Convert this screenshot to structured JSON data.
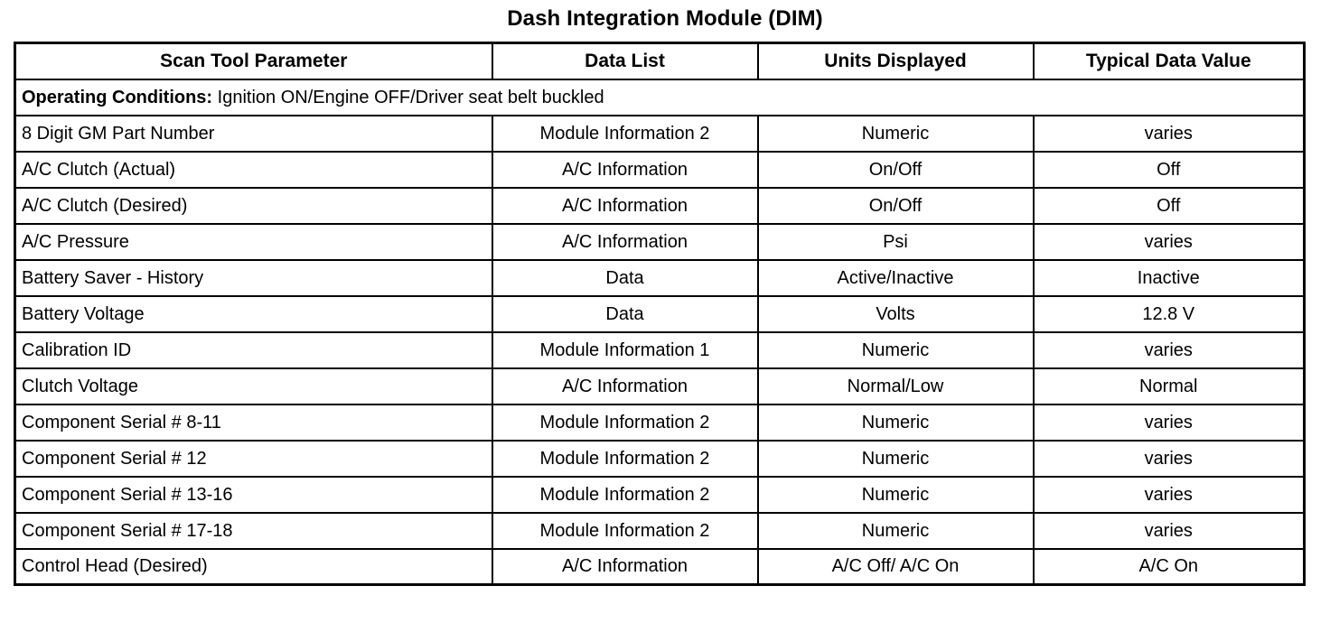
{
  "document": {
    "title": "Dash Integration Module (DIM)"
  },
  "table": {
    "columns": [
      "Scan Tool Parameter",
      "Data List",
      "Units Displayed",
      "Typical Data Value"
    ],
    "operating_conditions": {
      "label": "Operating Conditions:",
      "text": " Ignition ON/Engine OFF/Driver seat belt buckled"
    },
    "rows": [
      {
        "parameter": "8 Digit GM Part Number",
        "data_list": "Module Information 2",
        "units": "Numeric",
        "typical_value": "varies"
      },
      {
        "parameter": "A/C Clutch (Actual)",
        "data_list": "A/C Information",
        "units": "On/Off",
        "typical_value": "Off"
      },
      {
        "parameter": "A/C Clutch (Desired)",
        "data_list": "A/C Information",
        "units": "On/Off",
        "typical_value": "Off"
      },
      {
        "parameter": "A/C Pressure",
        "data_list": "A/C Information",
        "units": "Psi",
        "typical_value": "varies"
      },
      {
        "parameter": "Battery Saver - History",
        "data_list": "Data",
        "units": "Active/Inactive",
        "typical_value": "Inactive"
      },
      {
        "parameter": "Battery Voltage",
        "data_list": "Data",
        "units": "Volts",
        "typical_value": "12.8 V"
      },
      {
        "parameter": "Calibration ID",
        "data_list": "Module Information 1",
        "units": "Numeric",
        "typical_value": "varies"
      },
      {
        "parameter": "Clutch Voltage",
        "data_list": "A/C Information",
        "units": "Normal/Low",
        "typical_value": "Normal"
      },
      {
        "parameter": "Component Serial # 8-11",
        "data_list": "Module Information 2",
        "units": "Numeric",
        "typical_value": "varies"
      },
      {
        "parameter": "Component Serial # 12",
        "data_list": "Module Information 2",
        "units": "Numeric",
        "typical_value": "varies"
      },
      {
        "parameter": "Component Serial # 13-16",
        "data_list": "Module Information 2",
        "units": "Numeric",
        "typical_value": "varies"
      },
      {
        "parameter": "Component Serial # 17-18",
        "data_list": "Module Information 2",
        "units": "Numeric",
        "typical_value": "varies"
      },
      {
        "parameter": "Control Head (Desired)",
        "data_list": "A/C Information",
        "units": "A/C Off/ A/C On",
        "typical_value": "A/C On"
      }
    ]
  },
  "colors": {
    "text": "#000000",
    "background": "#ffffff",
    "border": "#000000"
  }
}
